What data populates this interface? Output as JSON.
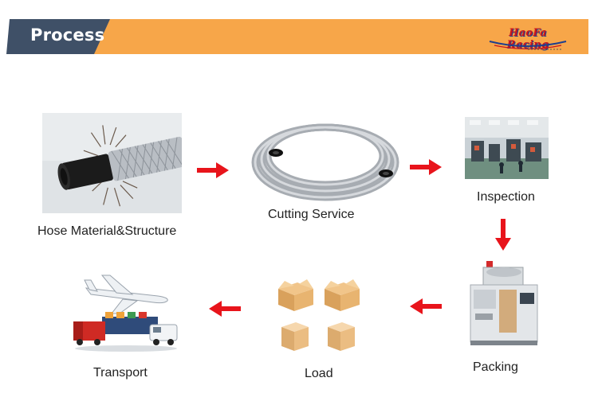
{
  "header": {
    "title": "Process",
    "logo": "HaoFa Racing",
    "accent_color": "#f7a649",
    "title_tab_color": "#3f5067"
  },
  "steps": [
    {
      "label": "Hose Material&Structure",
      "icon": "braided-hose-structure-image"
    },
    {
      "label": "Cutting Service",
      "icon": "hose-coil-image"
    },
    {
      "label": "Inspection",
      "icon": "factory-floor-image"
    },
    {
      "label": "Packing",
      "icon": "packing-machine-image"
    },
    {
      "label": "Load",
      "icon": "cardboard-boxes-image"
    },
    {
      "label": "Transport",
      "icon": "plane-truck-ship-image"
    }
  ],
  "arrow_color": "#e8141b"
}
